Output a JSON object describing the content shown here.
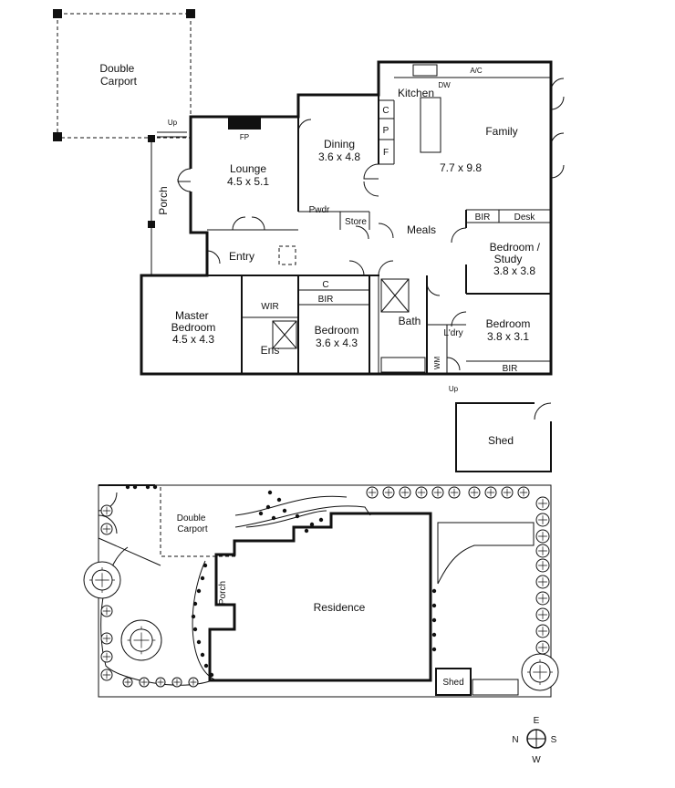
{
  "floor_plan": {
    "rooms": {
      "double_carport": "Double\nCarport",
      "up_porch": "Up",
      "porch": "Porch",
      "fp": "FP",
      "lounge": "Lounge",
      "lounge_dim": "4.5 x 5.1",
      "dining": "Dining",
      "dining_dim": "3.6 x 4.8",
      "kitchen": "Kitchen",
      "dw": "DW",
      "ac": "A/C",
      "c_pantry": "C",
      "p_pantry": "P",
      "f_fridge": "F",
      "family": "Family",
      "family_dim": "7.7 x 9.8",
      "pwdr": "Pwdr",
      "store": "Store",
      "meals": "Meals",
      "bir1": "BIR",
      "desk": "Desk",
      "bedroom_study": "Bedroom /\nStudy",
      "bedroom_study_dim": "3.8 x 3.8",
      "entry": "Entry",
      "c_linen": "C",
      "bir2": "BIR",
      "wir": "WIR",
      "master": "Master\nBedroom",
      "master_dim": "4.5 x 4.3",
      "ens": "Ens",
      "bedroom": "Bedroom",
      "bedroom_dim": "3.6 x 4.3",
      "bath": "Bath",
      "ldry": "L'dry",
      "wm": "WM",
      "bedroom2": "Bedroom",
      "bedroom2_dim": "3.8 x 3.1",
      "bir3": "BIR",
      "up_laundry": "Up",
      "shed": "Shed"
    }
  },
  "site_plan": {
    "double_carport": "Double\nCarport",
    "porch": "Porch",
    "residence": "Residence",
    "shed": "Shed"
  },
  "compass": {
    "e": "E",
    "n": "N",
    "s": "S",
    "w": "W"
  }
}
